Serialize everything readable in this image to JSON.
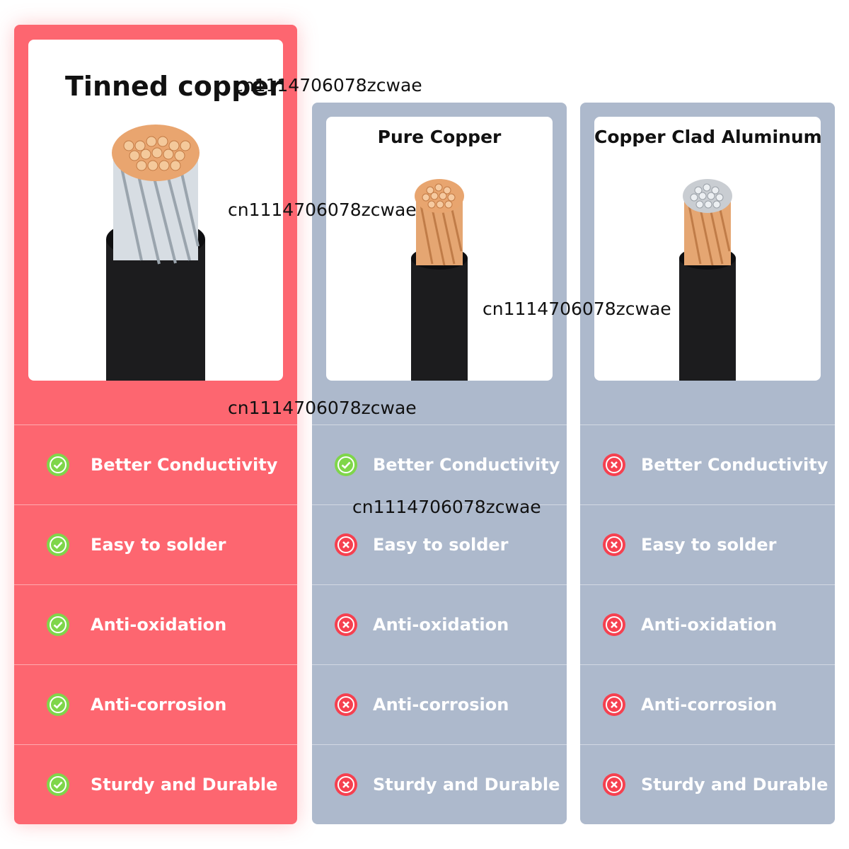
{
  "columns": [
    {
      "title": "Tinned copper",
      "features": [
        {
          "label": "Better Conductivity",
          "status": "check"
        },
        {
          "label": "Easy to solder",
          "status": "check"
        },
        {
          "label": "Anti-oxidation",
          "status": "check"
        },
        {
          "label": "Anti-corrosion",
          "status": "check"
        },
        {
          "label": "Sturdy and Durable",
          "status": "check"
        }
      ]
    },
    {
      "title": "Pure Copper",
      "features": [
        {
          "label": "Better Conductivity",
          "status": "check"
        },
        {
          "label": "Easy to solder",
          "status": "cross"
        },
        {
          "label": "Anti-oxidation",
          "status": "cross"
        },
        {
          "label": "Anti-corrosion",
          "status": "cross"
        },
        {
          "label": "Sturdy and Durable",
          "status": "cross"
        }
      ]
    },
    {
      "title": "Copper Clad Aluminum",
      "features": [
        {
          "label": "Better Conductivity",
          "status": "cross"
        },
        {
          "label": "Easy to solder",
          "status": "cross"
        },
        {
          "label": "Anti-oxidation",
          "status": "cross"
        },
        {
          "label": "Anti-corrosion",
          "status": "cross"
        },
        {
          "label": "Sturdy and Durable",
          "status": "cross"
        }
      ]
    }
  ],
  "watermarks": [
    "cn1114706078zcwae",
    "cn1114706078zcwae",
    "cn1114706078zcwae",
    "cn1114706078zcwae",
    "cn1114706078zcwae"
  ],
  "colors": {
    "highlight_column": "#fd6670",
    "column": "#adb9cc",
    "check": "#7fd64a",
    "cross": "#f6404f"
  },
  "icons": {
    "check": "check-circle-icon",
    "cross": "x-circle-icon"
  }
}
